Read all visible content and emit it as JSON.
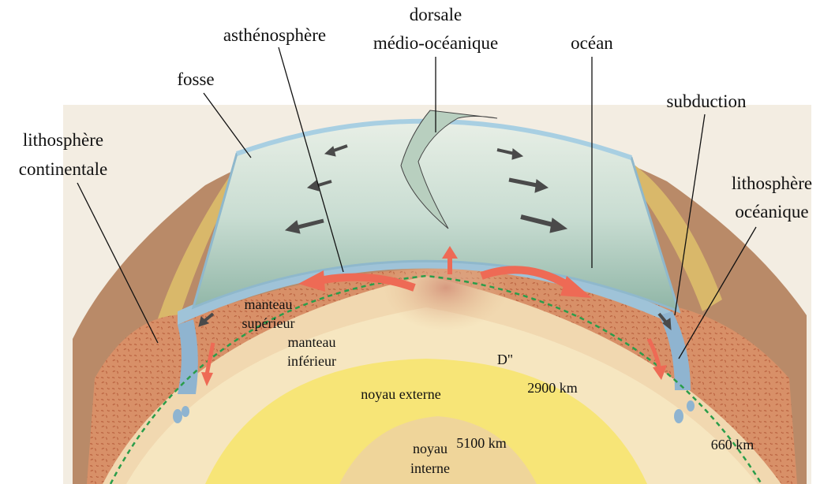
{
  "labels": {
    "dorsale_line1": "dorsale",
    "dorsale_line2": "médio-océanique",
    "asthenosphere": "asthénosphère",
    "ocean": "océan",
    "fosse": "fosse",
    "subduction": "subduction",
    "litho_cont_line1": "lithosphère",
    "litho_cont_line2": "continentale",
    "litho_oce_line1": "lithosphère",
    "litho_oce_line2": "océanique",
    "manteau_sup_line1": "manteau",
    "manteau_sup_line2": "supérieur",
    "manteau_inf_line1": "manteau",
    "manteau_inf_line2": "inférieur",
    "d_double_prime": "D\"",
    "noyau_externe": "noyau externe",
    "noyau_interne_line1": "noyau",
    "noyau_interne_line2": "interne",
    "depth_2900": "2900 km",
    "depth_5100": "5100 km",
    "depth_660": "660 km"
  },
  "colors": {
    "crust_brown": "#b98a68",
    "mantle_orange": "#e6a57a",
    "lower_mantle": "#f5e0b8",
    "outer_core": "#f7e577",
    "inner_core": "#efd59a",
    "ocean_blue": "#a9cde0",
    "ocean_surface": "#cfe3d8",
    "arrow_red": "#ee6a55",
    "arrow_dark": "#555555",
    "dashed_green": "#2a9d4a"
  }
}
